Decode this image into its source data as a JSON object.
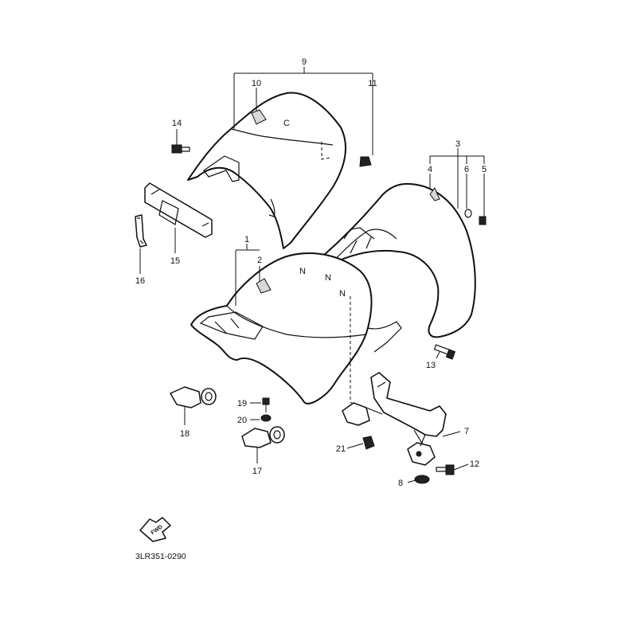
{
  "diagram": {
    "callouts": [
      {
        "id": "c1",
        "text": "1"
      },
      {
        "id": "c2",
        "text": "2"
      },
      {
        "id": "c3",
        "text": "3"
      },
      {
        "id": "c4",
        "text": "4"
      },
      {
        "id": "c5",
        "text": "5"
      },
      {
        "id": "c6",
        "text": "6"
      },
      {
        "id": "c7",
        "text": "7"
      },
      {
        "id": "c8",
        "text": "8"
      },
      {
        "id": "c9",
        "text": "9"
      },
      {
        "id": "c10",
        "text": "10"
      },
      {
        "id": "c11",
        "text": "11"
      },
      {
        "id": "c12",
        "text": "12"
      },
      {
        "id": "c13",
        "text": "13"
      },
      {
        "id": "c14",
        "text": "14"
      },
      {
        "id": "c15",
        "text": "15"
      },
      {
        "id": "c16",
        "text": "16"
      },
      {
        "id": "c17",
        "text": "17"
      },
      {
        "id": "c18",
        "text": "18"
      },
      {
        "id": "c19",
        "text": "19"
      },
      {
        "id": "c20",
        "text": "20"
      },
      {
        "id": "c21",
        "text": "21"
      }
    ],
    "fwd_label": "FWD",
    "drawing_code": "3LR351-0290"
  }
}
